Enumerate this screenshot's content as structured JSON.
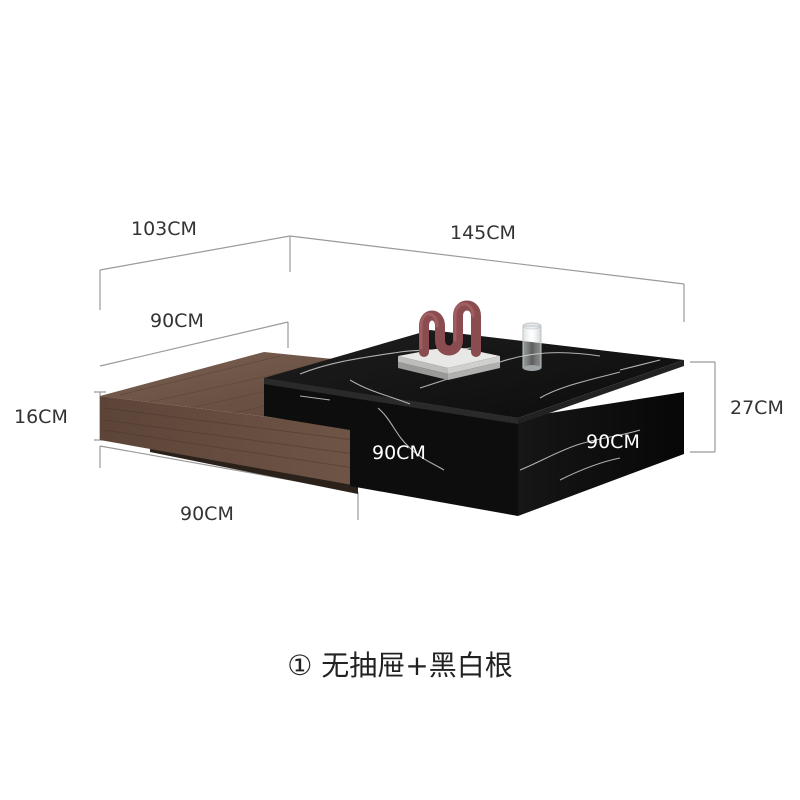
{
  "image": {
    "subject": "coffee-table",
    "colors": {
      "background": "#ffffff",
      "walnut": "#6b5243",
      "marble": "#141414",
      "vein": "#d8d8d8",
      "sculpture": "#8a4c4e",
      "dimension_line": "#9a9a9a",
      "label_text": "#333333"
    }
  },
  "dimensions": {
    "total_depth": "103CM",
    "total_width": "145CM",
    "wood_top_depth": "90CM",
    "wood_height": "16CM",
    "wood_front_width": "90CM",
    "marble_depth": "90CM",
    "marble_width": "90CM",
    "marble_height": "27CM"
  },
  "caption": "① 无抽屉+黑白根"
}
